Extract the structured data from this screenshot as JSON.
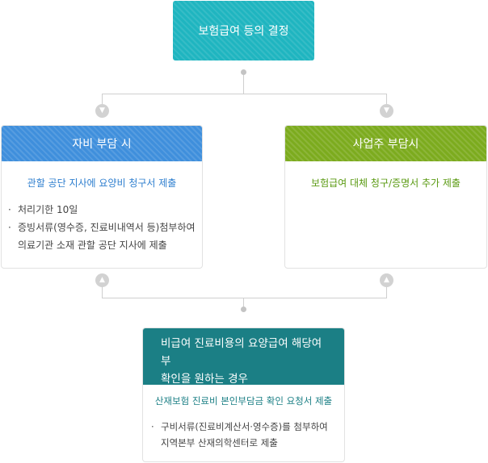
{
  "top": {
    "title": "보험급여 등의 결정"
  },
  "left_card": {
    "title": "자비 부담 시",
    "subtitle": "관할 공단 지사에 요양비 청구서 제출",
    "bullets": [
      {
        "line1": "처리기한 10일",
        "line2": ""
      },
      {
        "line1": "증빙서류(영수증, 진료비내역서 등)첨부하여",
        "line2": "의료기관 소재 관할 공단 지사에 제출"
      }
    ]
  },
  "right_card": {
    "title": "사업주 부담시",
    "subtitle": "보험급여 대체 청구/증명서 추가 제출"
  },
  "bottom_card": {
    "title_line1": "비급여 진료비용의 요양급여 해당여부",
    "title_line2": "확인을 원하는 경우",
    "subtitle": "산재보험 진료비 본인부담금 확인 요청서 제출",
    "bullet_line1": "구비서류(진료비계산서·영수증)를 첨부하여",
    "bullet_line2": "지역본부 산재의학센터로 제출"
  },
  "icons": {
    "down": "chevron-down-icon",
    "up": "chevron-up-icon"
  },
  "colors": {
    "teal": "#1fb5c0",
    "blue": "#3f8fdc",
    "green": "#7cab1e",
    "dark_teal": "#1b7f85",
    "blue_text": "#2f7fcf",
    "green_text": "#5a9a12",
    "teal_text": "#1b7f85"
  }
}
